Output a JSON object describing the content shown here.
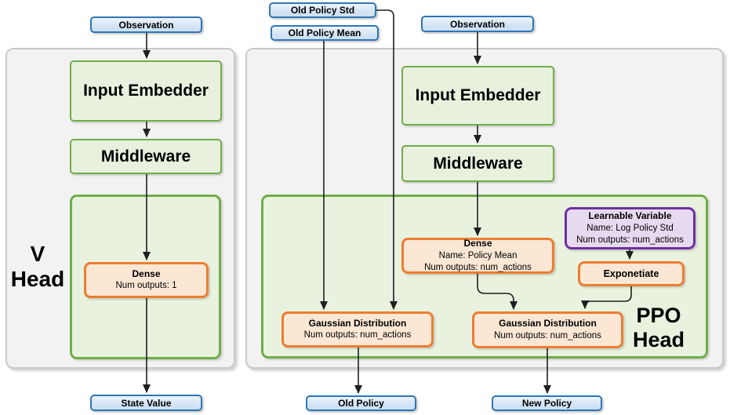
{
  "colors": {
    "blue_border": "#2e75b6",
    "blue_fill": "#d9e8f6",
    "green_border": "#70ad47",
    "green_fill": "#e7f1dd",
    "inner_green_fill": "#e8f2de",
    "orange_border": "#ed7d31",
    "orange_fill": "#fce6d4",
    "purple_border": "#7030a0",
    "purple_fill": "#e6daf0",
    "panel_fill": "#f2f2f2",
    "arrow": "#1f1f1f"
  },
  "v_head": {
    "title_line1": "V",
    "title_line2": "Head",
    "observation": "Observation",
    "input_embedder": "Input Embedder",
    "middleware": "Middleware",
    "dense": {
      "title": "Dense",
      "num_outputs": "Num outputs: 1"
    },
    "state_value": "State Value"
  },
  "ppo_head": {
    "title_line1": "PPO",
    "title_line2": "Head",
    "old_policy_std": "Old Policy Std",
    "old_policy_mean": "Old Policy Mean",
    "observation": "Observation",
    "input_embedder": "Input Embedder",
    "middleware": "Middleware",
    "dense": {
      "title": "Dense",
      "name": "Name: Policy Mean",
      "num_outputs": "Num outputs: num_actions"
    },
    "learnable_variable": {
      "title": "Learnable Variable",
      "name": "Name: Log Policy Std",
      "num_outputs": "Num outputs: num_actions"
    },
    "exponetiate": "Exponetiate",
    "gaussian_old": {
      "title": "Gaussian Distribution",
      "num_outputs": "Num outputs: num_actions"
    },
    "gaussian_new": {
      "title": "Gaussian Distribution",
      "num_outputs": "Num outputs: num_actions"
    },
    "old_policy": "Old Policy",
    "new_policy": "New Policy"
  }
}
